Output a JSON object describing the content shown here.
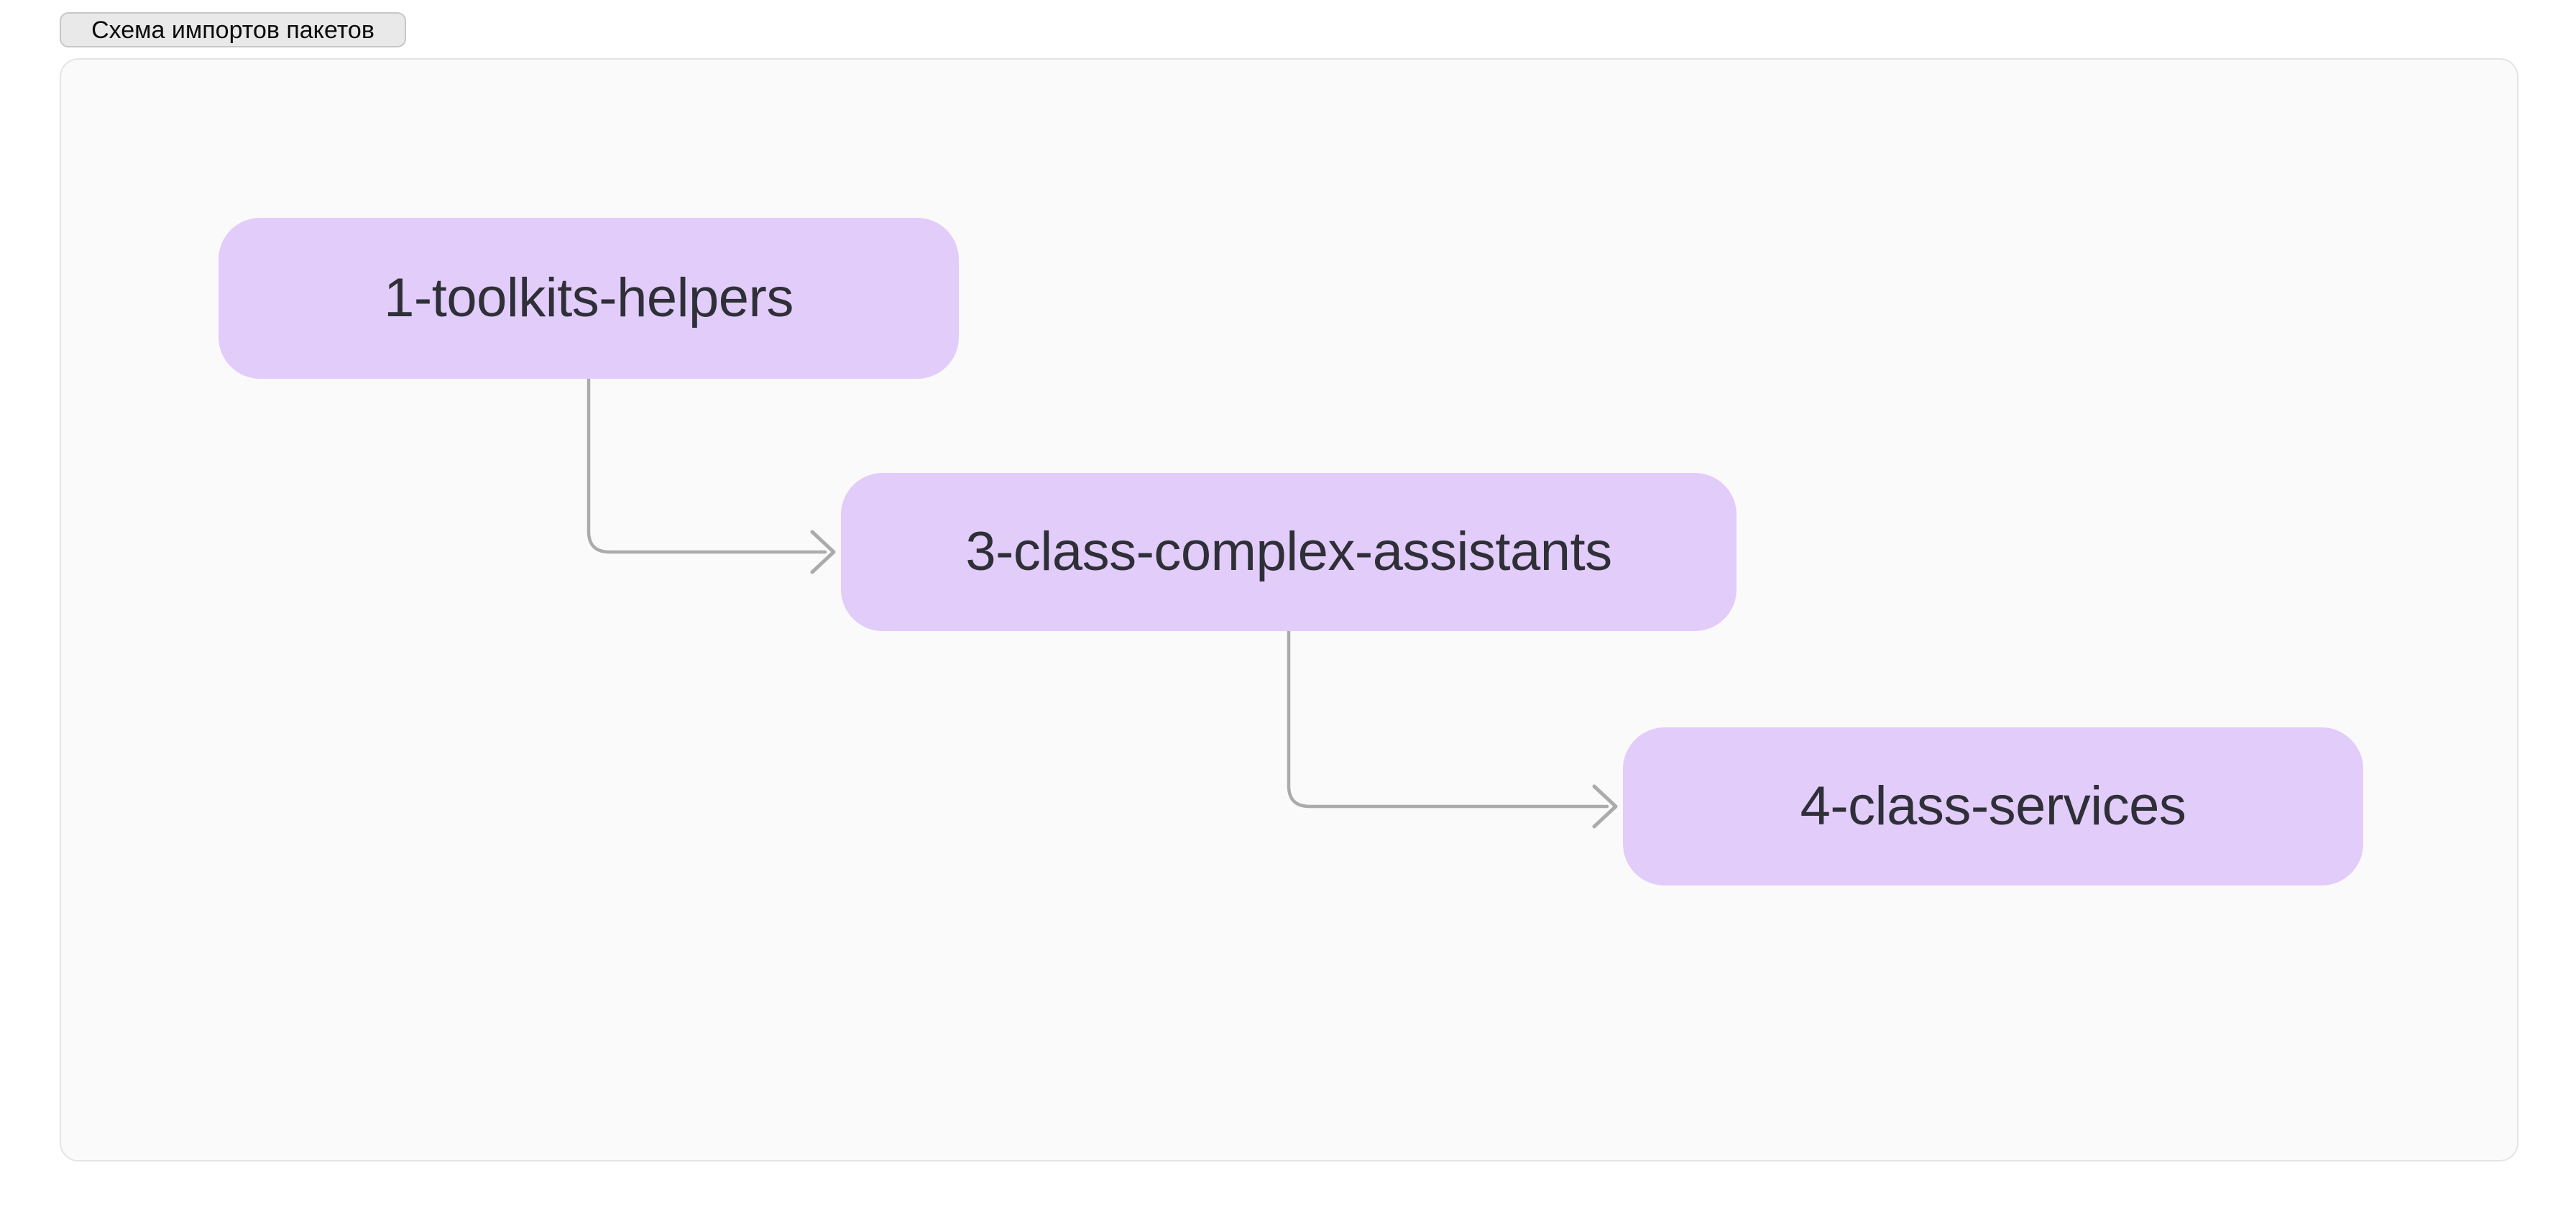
{
  "header": {
    "title_button": "Схема импортов пакетов"
  },
  "theme": {
    "node_fill": "#e2ccfa",
    "node_text": "#2f2f38",
    "edge_color": "#ababab",
    "panel_bg": "#fafafa",
    "panel_border": "#e4e4e7",
    "chip_bg": "#e9e9e9",
    "chip_border": "#c7c7c7",
    "page_bg": "#ffffff"
  },
  "diagram": {
    "type": "flowchart",
    "direction": "top-left to bottom-right cascade",
    "nodes": [
      {
        "id": "1-toolkits-helpers",
        "label": "1-toolkits-helpers"
      },
      {
        "id": "3-class-complex-assistants",
        "label": "3-class-complex-assistants"
      },
      {
        "id": "4-class-services",
        "label": "4-class-services"
      }
    ],
    "edges": [
      {
        "from": "1-toolkits-helpers",
        "to": "3-class-complex-assistants",
        "style": "elbow-arrow"
      },
      {
        "from": "3-class-complex-assistants",
        "to": "4-class-services",
        "style": "elbow-arrow"
      }
    ]
  }
}
